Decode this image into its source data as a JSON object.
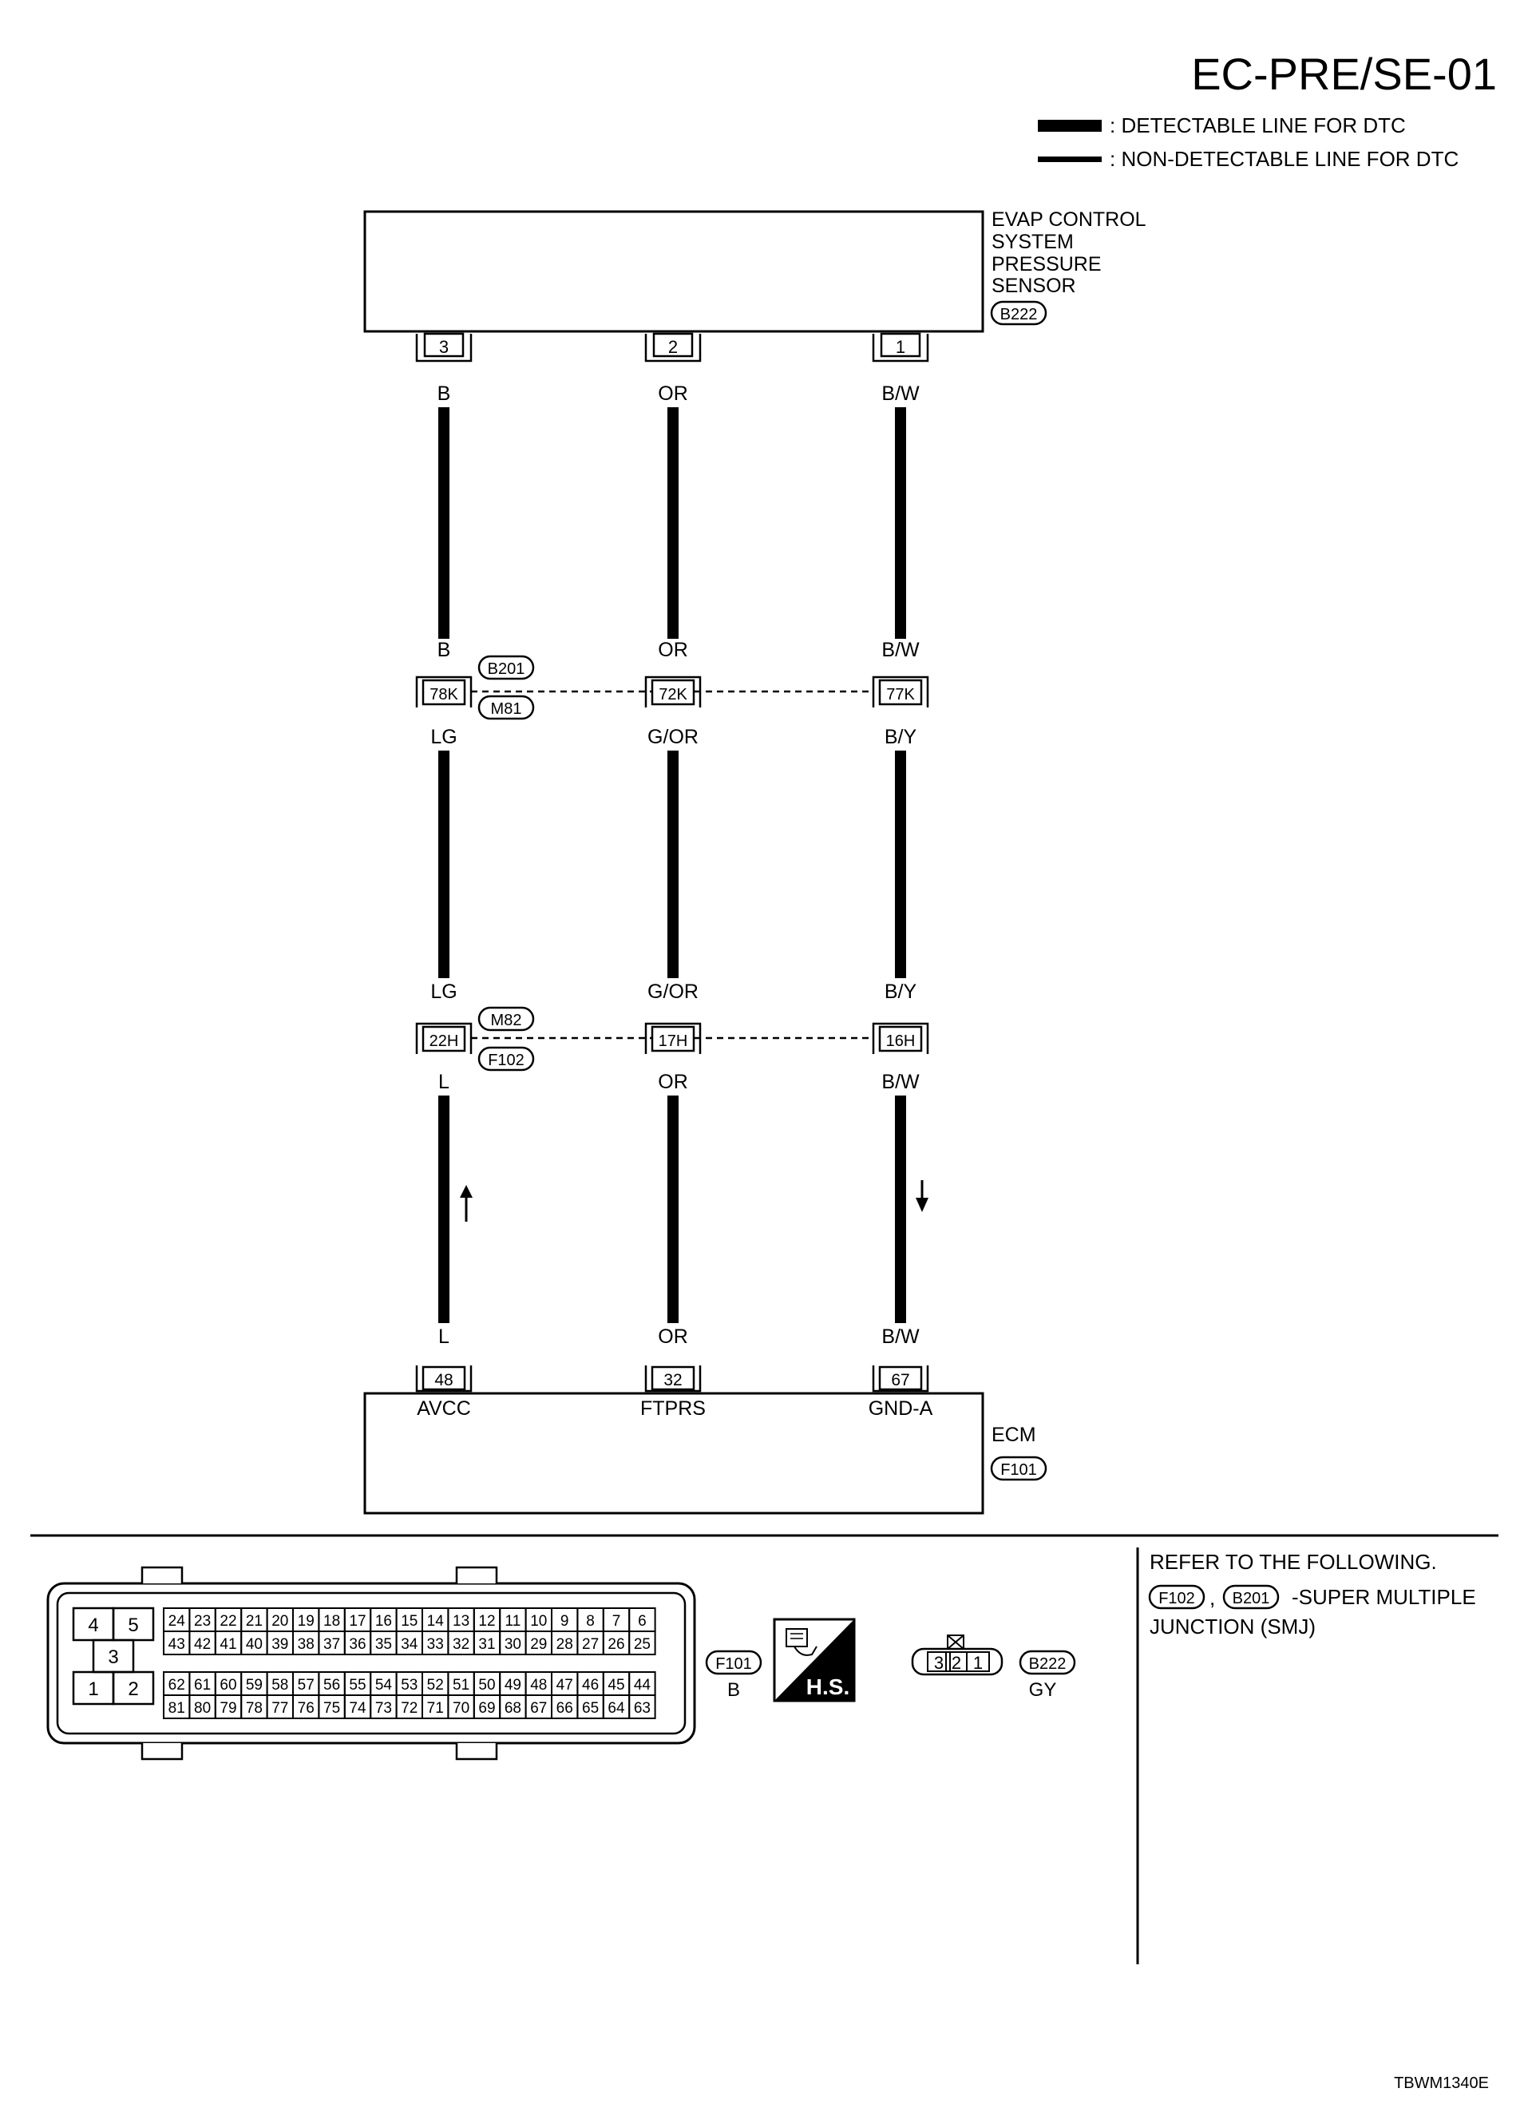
{
  "page_id": "EC-PRE/SE-01",
  "legend": {
    "detectable": ": DETECTABLE LINE FOR DTC",
    "non_detectable": ": NON-DETECTABLE LINE FOR DTC"
  },
  "sensor": {
    "name_lines": [
      "EVAP CONTROL",
      "SYSTEM",
      "PRESSURE",
      "SENSOR"
    ],
    "connector": "B222",
    "pins": [
      "3",
      "2",
      "1"
    ]
  },
  "wires": {
    "top_colors": [
      "B",
      "OR",
      "B/W"
    ],
    "upper_mid_colors": [
      "LG",
      "G/OR",
      "B/Y"
    ],
    "lower_colors": [
      "L",
      "OR",
      "B/W"
    ]
  },
  "junction1": {
    "connectors": [
      "B201",
      "M81"
    ],
    "pins": [
      "78K",
      "72K",
      "77K"
    ]
  },
  "junction2": {
    "connectors": [
      "M82",
      "F102"
    ],
    "pins": [
      "22H",
      "17H",
      "16H"
    ]
  },
  "ecm": {
    "name": "ECM",
    "connector": "F101",
    "pins": [
      "48",
      "32",
      "67"
    ],
    "terminals": [
      "AVCC",
      "FTPRS",
      "GND-A"
    ]
  },
  "connector_views": {
    "f101_label": "F101",
    "f101_color": "B",
    "hs_label": "H.S.",
    "b222_label": "B222",
    "b222_color": "GY",
    "b222_pins": [
      "3",
      "2",
      "1"
    ],
    "small_block": [
      [
        "4",
        "5"
      ],
      [
        "3"
      ],
      [
        "1",
        "2"
      ]
    ],
    "grid_rows": [
      [
        "24",
        "23",
        "22",
        "21",
        "20",
        "19",
        "18",
        "17",
        "16",
        "15",
        "14",
        "13",
        "12",
        "11",
        "10",
        "9",
        "8",
        "7",
        "6"
      ],
      [
        "43",
        "42",
        "41",
        "40",
        "39",
        "38",
        "37",
        "36",
        "35",
        "34",
        "33",
        "32",
        "31",
        "30",
        "29",
        "28",
        "27",
        "26",
        "25"
      ],
      [
        "62",
        "61",
        "60",
        "59",
        "58",
        "57",
        "56",
        "55",
        "54",
        "53",
        "52",
        "51",
        "50",
        "49",
        "48",
        "47",
        "46",
        "45",
        "44"
      ],
      [
        "81",
        "80",
        "79",
        "78",
        "77",
        "76",
        "75",
        "74",
        "73",
        "72",
        "71",
        "70",
        "69",
        "68",
        "67",
        "66",
        "65",
        "64",
        "63"
      ]
    ]
  },
  "refer": {
    "line1": "REFER TO THE FOLLOWING.",
    "conn_a": "F102",
    "conn_b": "B201",
    "line2_suffix": "-SUPER MULTIPLE",
    "line3": "JUNCTION (SMJ)"
  },
  "footer_code": "TBWM1340E"
}
